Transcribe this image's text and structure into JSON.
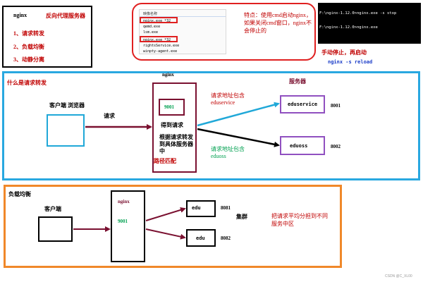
{
  "intro": {
    "title": "nginx",
    "subtitle": "反向代理服务器",
    "items": [
      "1、请求转发",
      "2、负载均衡",
      "3、动静分离"
    ]
  },
  "process_list": {
    "header": "映像名称",
    "rows": [
      "nginx.exe *32",
      "qemd.exe",
      "lsm.exe",
      "nginx.exe *32",
      "rightsService.exe",
      "winpty-agent.exe"
    ]
  },
  "note": {
    "text": "特点：使用cmd启动nginx，如果关闭cmd窗口，nginx不会停止的"
  },
  "terminal": {
    "lines": [
      "F:\\nginx-1.12.0>nginx.exe -s stop",
      "F:\\nginx-1.12.0>nginx.exe"
    ]
  },
  "restart": {
    "label": "手动停止，再启动",
    "command": "nginx -s reload"
  },
  "forward_section": {
    "title": "什么是请求转发",
    "nginx_label": "nginx",
    "client_label": "客户端 浏览器",
    "request_label": "请求",
    "port": "9001",
    "desc1": "得到请求",
    "desc2": "根据请求转发到具体服务器中",
    "desc3": "路径匹配",
    "servers_label": "服务器",
    "route1": "请求地址包含eduservice",
    "route2": "请求地址包含eduoss",
    "server1": "eduservice",
    "server2": "eduoss",
    "port1": "8001",
    "port2": "8002"
  },
  "lb_section": {
    "title": "负载均衡",
    "client_label": "客户端",
    "nginx_label": "nginx",
    "port": "9001",
    "node1": "edu",
    "node2": "edu",
    "port1": "8081",
    "port2": "8082",
    "cluster": "集群",
    "desc": "把请求平均分担到不同服务中区"
  },
  "watermark": "CSDN @C_XL00",
  "colors": {
    "blue_border": "#29a8e0",
    "orange_border": "#f0882a",
    "red_border": "#e02020",
    "dark_red": "#7a1030",
    "purple": "#9050c0",
    "cyan": "#20a8d8",
    "green": "#00a050"
  }
}
